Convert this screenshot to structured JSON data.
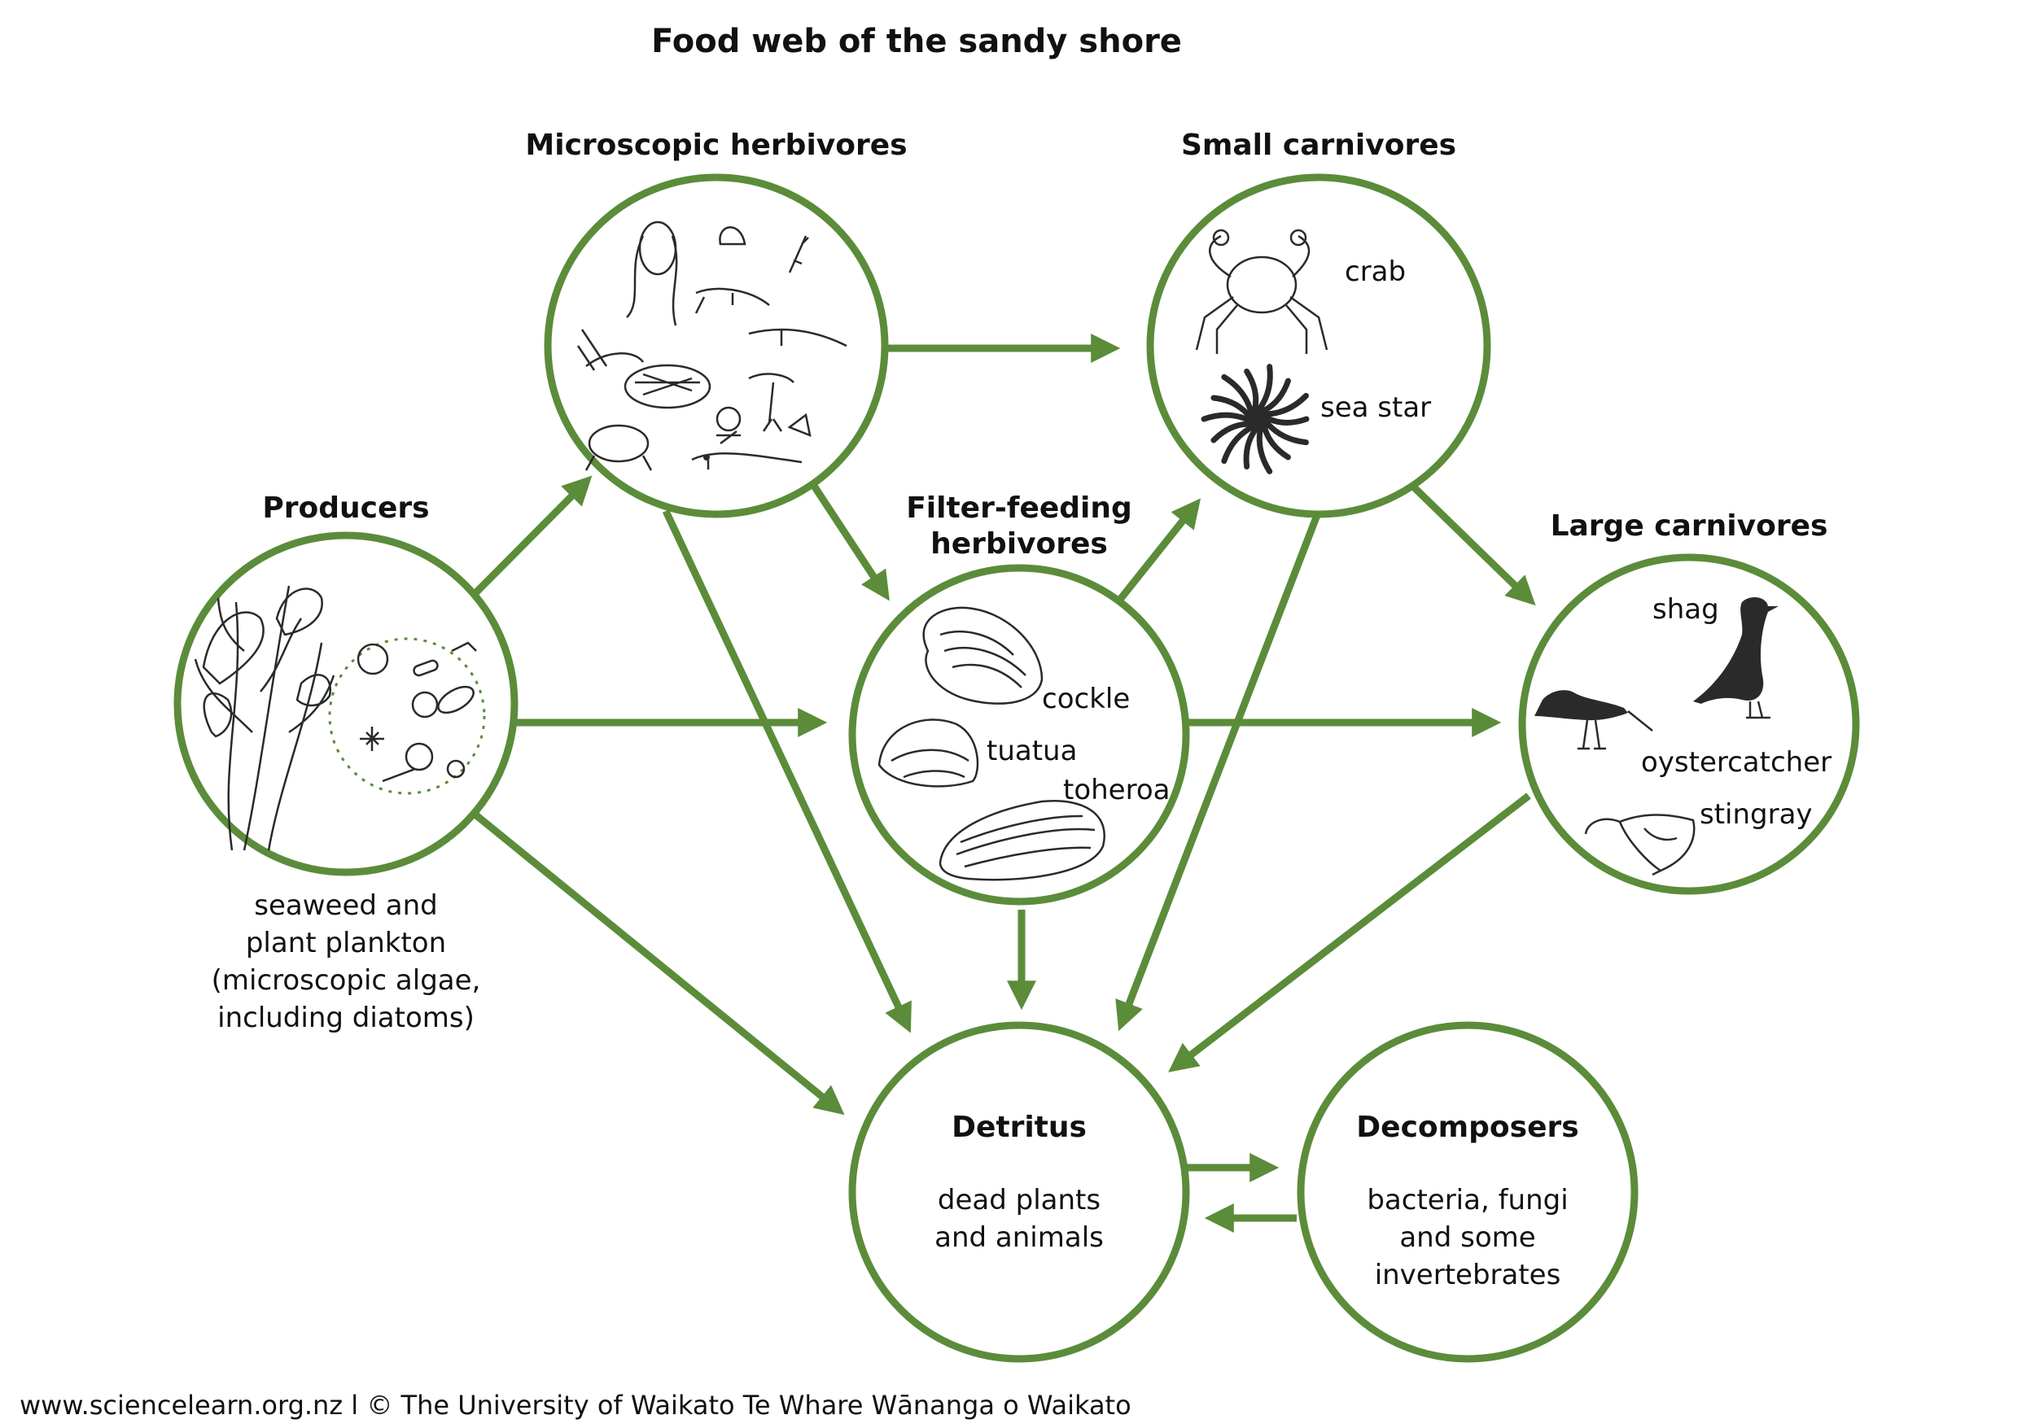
{
  "title": "Food web of the sandy shore",
  "colors": {
    "accent": "#5b8c3a",
    "text": "#111111",
    "background": "#ffffff"
  },
  "nodes": {
    "producers": {
      "heading": "Producers",
      "description": [
        "seaweed and",
        "plant plankton",
        "(microscopic algae,",
        "including diatoms)"
      ]
    },
    "microscopic_herbivores": {
      "heading": "Microscopic herbivores"
    },
    "small_carnivores": {
      "heading": "Small carnivores",
      "items": [
        "crab",
        "sea star"
      ]
    },
    "filter_feeding_herbivores": {
      "heading": [
        "Filter-feeding",
        "herbivores"
      ],
      "items": [
        "cockle",
        "tuatua",
        "toheroa"
      ]
    },
    "large_carnivores": {
      "heading": "Large carnivores",
      "items": [
        "shag",
        "oystercatcher",
        "stingray"
      ]
    },
    "detritus": {
      "heading": "Detritus",
      "description": [
        "dead plants",
        "and animals"
      ]
    },
    "decomposers": {
      "heading": "Decomposers",
      "description": [
        "bacteria, fungi",
        "and some",
        "invertebrates"
      ]
    }
  },
  "footer": "www.sciencelearn.org.nz l © The University of Waikato Te Whare Wānanga o Waikato"
}
